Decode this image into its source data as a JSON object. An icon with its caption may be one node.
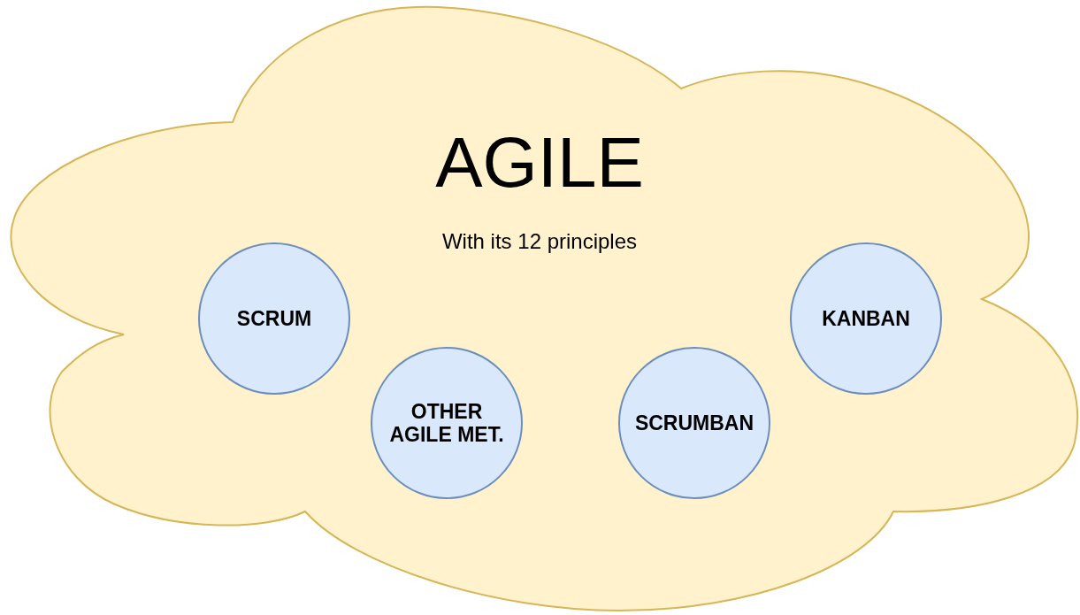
{
  "diagram": {
    "nodes": [
      {
        "text": [
          "AGILE",
          "With its 12 principles"
        ]
      },
      {
        "text": [
          "SCRUM"
        ],
        "in": 0
      },
      {
        "text": [
          "KANBAN"
        ],
        "in": 0
      },
      {
        "text": [
          "OTHER AGILE MET."
        ],
        "in": 0
      },
      {
        "text": [
          "SCRUMBAN"
        ],
        "in": 0
      }
    ]
  }
}
